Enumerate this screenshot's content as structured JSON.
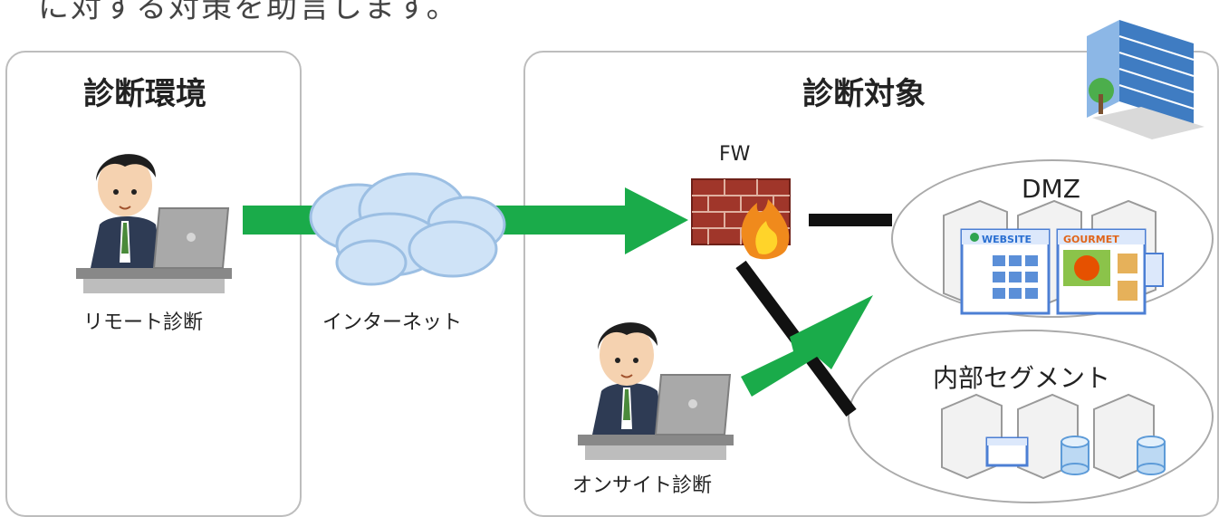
{
  "header_text": "に対する対策を助言します。",
  "left_panel": {
    "title": "診断環境",
    "remote_label": "リモート診断"
  },
  "internet_label": "インターネット",
  "right_panel": {
    "title": "診断対象",
    "fw_label": "FW",
    "dmz_label": "DMZ",
    "internal_label": "内部セグメント",
    "onsite_label": "オンサイト診断",
    "website_text": "WEBSITE",
    "gourmet_text": "GOURMET"
  },
  "colors": {
    "arrow": "#1aab4a",
    "panel_border": "#bdbdbd",
    "firewall_brick": "#a0362a",
    "link": "#111111"
  }
}
